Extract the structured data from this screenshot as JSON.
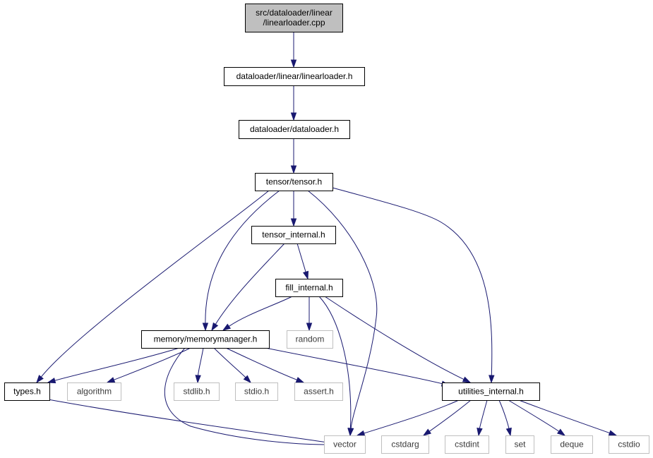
{
  "nodes": {
    "root": {
      "lines": [
        "src/dataloader/linear",
        "/linearloader.cpp"
      ],
      "kind": "root"
    },
    "linearloader_h": {
      "lines": [
        "dataloader/linear/linearloader.h"
      ],
      "kind": "file"
    },
    "dataloader_h": {
      "lines": [
        "dataloader/dataloader.h"
      ],
      "kind": "file"
    },
    "tensor_h": {
      "lines": [
        "tensor/tensor.h"
      ],
      "kind": "file"
    },
    "tensor_internal_h": {
      "lines": [
        "tensor_internal.h"
      ],
      "kind": "file"
    },
    "fill_internal_h": {
      "lines": [
        "fill_internal.h"
      ],
      "kind": "file"
    },
    "memorymanager_h": {
      "lines": [
        "memory/memorymanager.h"
      ],
      "kind": "file"
    },
    "random": {
      "lines": [
        "random"
      ],
      "kind": "system"
    },
    "types_h": {
      "lines": [
        "types.h"
      ],
      "kind": "file"
    },
    "algorithm": {
      "lines": [
        "algorithm"
      ],
      "kind": "system"
    },
    "stdlib_h": {
      "lines": [
        "stdlib.h"
      ],
      "kind": "system"
    },
    "stdio_h": {
      "lines": [
        "stdio.h"
      ],
      "kind": "system"
    },
    "assert_h": {
      "lines": [
        "assert.h"
      ],
      "kind": "system"
    },
    "utilities_internal_h": {
      "lines": [
        "utilities_internal.h"
      ],
      "kind": "file"
    },
    "vector": {
      "lines": [
        "vector"
      ],
      "kind": "system"
    },
    "cstdarg": {
      "lines": [
        "cstdarg"
      ],
      "kind": "system"
    },
    "cstdint": {
      "lines": [
        "cstdint"
      ],
      "kind": "system"
    },
    "set": {
      "lines": [
        "set"
      ],
      "kind": "system"
    },
    "deque": {
      "lines": [
        "deque"
      ],
      "kind": "system"
    },
    "cstdio": {
      "lines": [
        "cstdio"
      ],
      "kind": "system"
    }
  },
  "edges": [
    [
      "root",
      "linearloader_h"
    ],
    [
      "linearloader_h",
      "dataloader_h"
    ],
    [
      "dataloader_h",
      "tensor_h"
    ],
    [
      "tensor_h",
      "tensor_internal_h"
    ],
    [
      "tensor_h",
      "types_h"
    ],
    [
      "tensor_h",
      "memorymanager_h"
    ],
    [
      "tensor_h",
      "vector"
    ],
    [
      "tensor_h",
      "utilities_internal_h"
    ],
    [
      "tensor_internal_h",
      "memorymanager_h"
    ],
    [
      "tensor_internal_h",
      "fill_internal_h"
    ],
    [
      "fill_internal_h",
      "memorymanager_h"
    ],
    [
      "fill_internal_h",
      "random"
    ],
    [
      "fill_internal_h",
      "vector"
    ],
    [
      "fill_internal_h",
      "utilities_internal_h"
    ],
    [
      "memorymanager_h",
      "types_h"
    ],
    [
      "memorymanager_h",
      "algorithm"
    ],
    [
      "memorymanager_h",
      "stdlib_h"
    ],
    [
      "memorymanager_h",
      "stdio_h"
    ],
    [
      "memorymanager_h",
      "assert_h"
    ],
    [
      "memorymanager_h",
      "utilities_internal_h"
    ],
    [
      "memorymanager_h",
      "vector"
    ],
    [
      "types_h",
      "vector"
    ],
    [
      "utilities_internal_h",
      "vector"
    ],
    [
      "utilities_internal_h",
      "cstdarg"
    ],
    [
      "utilities_internal_h",
      "cstdint"
    ],
    [
      "utilities_internal_h",
      "set"
    ],
    [
      "utilities_internal_h",
      "deque"
    ],
    [
      "utilities_internal_h",
      "cstdio"
    ]
  ],
  "colors": {
    "edge": "#191970",
    "file_border": "#000000",
    "system_border": "#bfbfbf",
    "root_fill": "#bfbfbf",
    "fill": "#ffffff"
  }
}
